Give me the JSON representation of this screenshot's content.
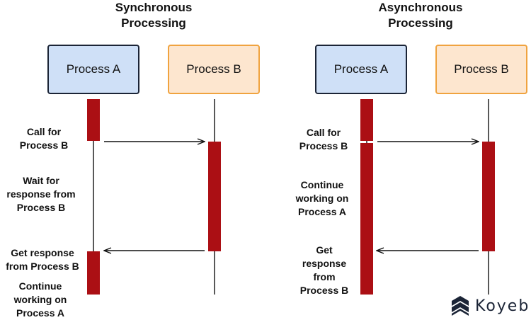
{
  "sync": {
    "title_line1": "Synchronous",
    "title_line2": "Processing",
    "process_a": "Process A",
    "process_b": "Process B",
    "label_call_1": "Call for",
    "label_call_2": "Process B",
    "label_wait_1": "Wait for",
    "label_wait_2": "response from",
    "label_wait_3": "Process B",
    "label_get_1": "Get response",
    "label_get_2": "from Process B",
    "label_cont_1": "Continue",
    "label_cont_2": "working on",
    "label_cont_3": "Process A"
  },
  "async": {
    "title_line1": "Asynchronous",
    "title_line2": "Processing",
    "process_a": "Process A",
    "process_b": "Process B",
    "label_call_1": "Call for",
    "label_call_2": "Process B",
    "label_cont_1": "Continue",
    "label_cont_2": "working on",
    "label_cont_3": "Process A",
    "label_get_1": "Get",
    "label_get_2": "response",
    "label_get_3": "from",
    "label_get_4": "Process B"
  },
  "logo": {
    "text": "Koyeb"
  },
  "colors": {
    "activation": "#ab0f14",
    "box_a_fill": "#cfe0f7",
    "box_a_border": "#1b2436",
    "box_b_fill": "#fde6cf",
    "box_b_border": "#f0a33f"
  }
}
